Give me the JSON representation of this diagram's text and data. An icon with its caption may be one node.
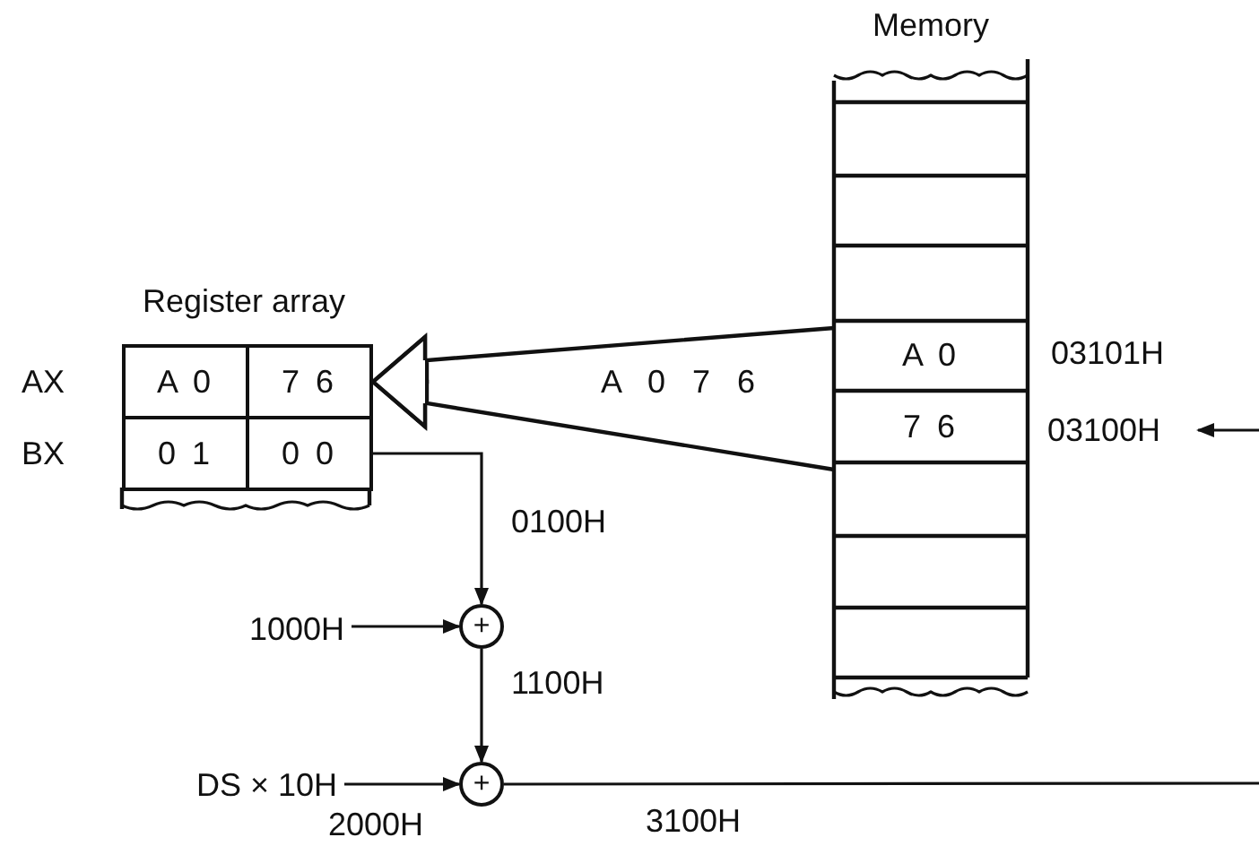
{
  "diagram": {
    "nodes": [
      {
        "text": [
          "Register array"
        ]
      },
      {
        "text": [
          "A 0"
        ],
        "in": 0
      },
      {
        "text": [
          "7 6"
        ],
        "in": 0
      },
      {
        "text": [
          "0 1"
        ],
        "in": 0
      },
      {
        "text": [
          "0 0"
        ],
        "in": 0
      },
      {
        "text": [
          "Memory"
        ]
      },
      {
        "text": [
          "A 0"
        ],
        "in": 5
      },
      {
        "text": [
          "7 6"
        ],
        "in": 5
      },
      {
        "text": [
          "+"
        ]
      },
      {
        "text": [
          "+"
        ]
      },
      {
        "text": [
          "1000H"
        ]
      },
      {
        "text": [
          "DS × 10H"
        ]
      },
      {
        "text": [
          "03100H"
        ]
      }
    ],
    "edges": [
      {
        "from": 6,
        "to": 2,
        "arrow": "to"
      },
      {
        "from": 7,
        "to": 2,
        "arrow": "to"
      },
      {
        "from": 4,
        "to": 8,
        "arrow": "to",
        "label": "0100H"
      },
      {
        "from": 10,
        "to": 8,
        "arrow": "to"
      },
      {
        "from": 8,
        "to": 9,
        "arrow": "to",
        "label": "1100H"
      },
      {
        "from": 11,
        "to": 9,
        "arrow": "to",
        "label": "2000H"
      },
      {
        "from": 9,
        "to": null,
        "arrow": "none",
        "label": "3100H"
      },
      {
        "from": null,
        "to": 12,
        "arrow": "to"
      }
    ],
    "labels": [
      "AX",
      "BX",
      "A 0 7 6",
      "03101H"
    ]
  }
}
